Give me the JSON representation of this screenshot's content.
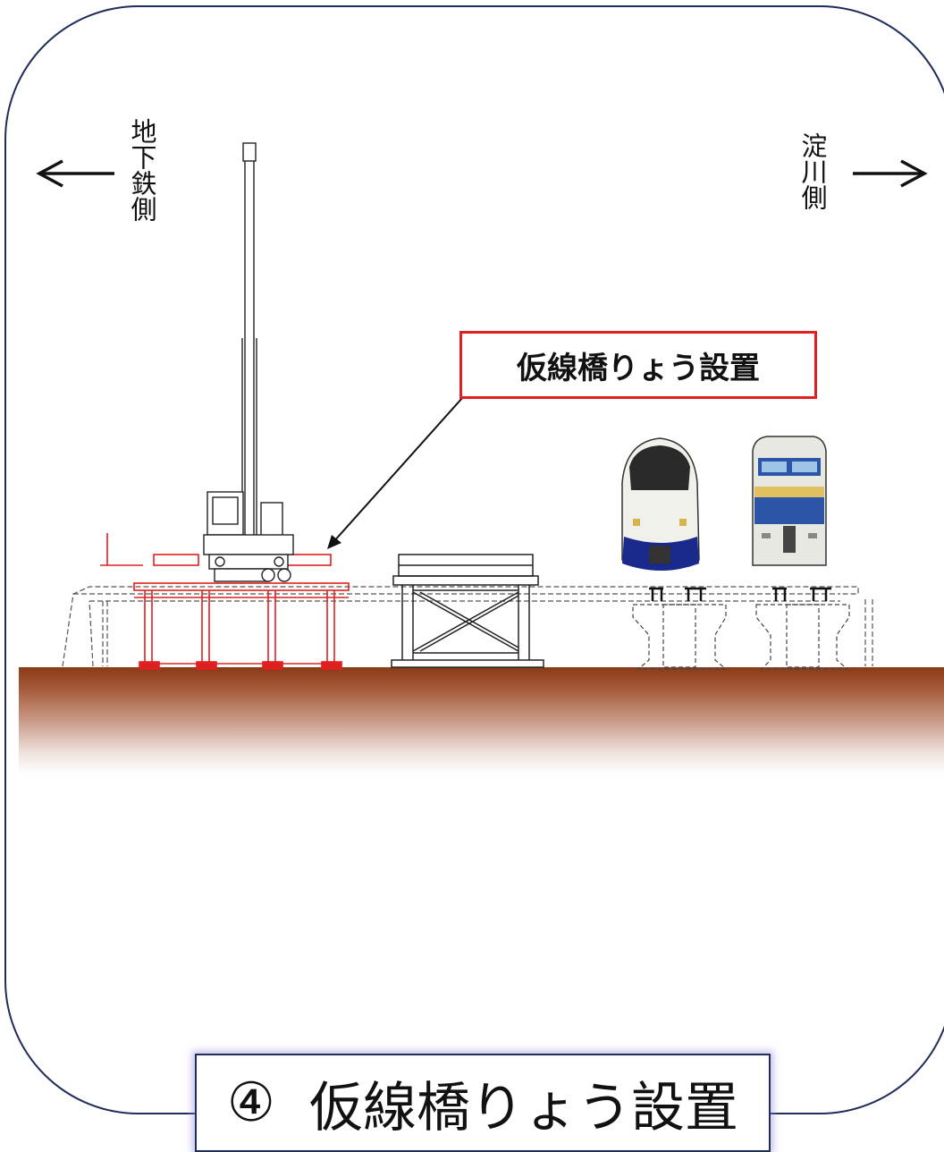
{
  "left_direction": {
    "text": "地下鉄側"
  },
  "right_direction": {
    "text": "淀川側"
  },
  "callout": {
    "text": "仮線橋りょう設置"
  },
  "caption": {
    "number": "④",
    "text": "仮線橋りょう設置"
  },
  "colors": {
    "frame": "#1f2d5a",
    "callout_border": "#e02020",
    "temporary_structure": "#e02020",
    "ground": "#8b3a16",
    "train_band": "#1a2a8c"
  },
  "icons": [
    "left-arrow-icon",
    "right-arrow-icon",
    "crane-icon",
    "train-front-icon",
    "locomotive-front-icon"
  ]
}
